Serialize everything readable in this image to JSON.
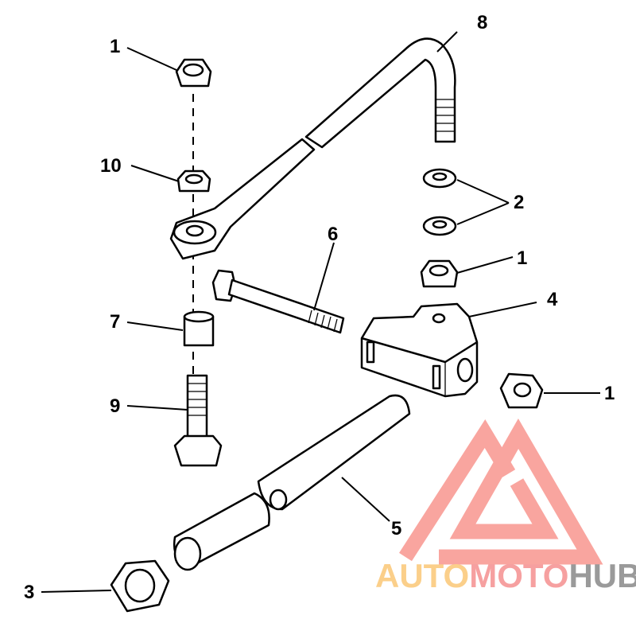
{
  "diagram": {
    "callouts": [
      {
        "id": "callout-8",
        "text": "8"
      },
      {
        "id": "callout-1a",
        "text": "1"
      },
      {
        "id": "callout-10",
        "text": "10"
      },
      {
        "id": "callout-2",
        "text": "2"
      },
      {
        "id": "callout-1b",
        "text": "1"
      },
      {
        "id": "callout-6",
        "text": "6"
      },
      {
        "id": "callout-4",
        "text": "4"
      },
      {
        "id": "callout-7",
        "text": "7"
      },
      {
        "id": "callout-1c",
        "text": "1"
      },
      {
        "id": "callout-9",
        "text": "9"
      },
      {
        "id": "callout-5",
        "text": "5"
      },
      {
        "id": "callout-3",
        "text": "3"
      }
    ]
  },
  "watermark": {
    "part1": "AUTO",
    "part2": "MOTO",
    "part3": "HUB",
    "colors": {
      "triangle": "#f9a59f",
      "auto": "#fbcf8a",
      "moto": "#f6a0a0",
      "hub": "#9a9a9a"
    }
  }
}
